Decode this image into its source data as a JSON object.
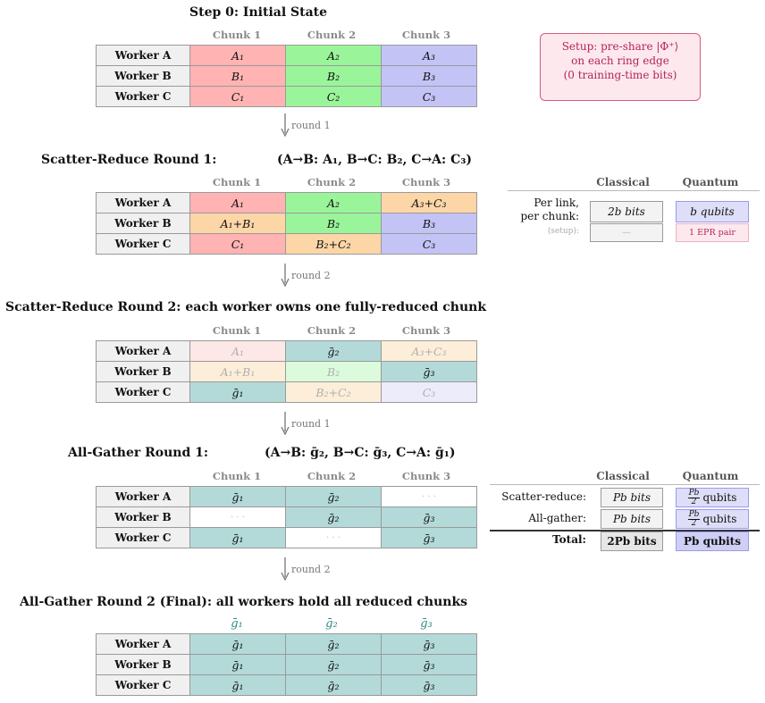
{
  "step0": {
    "title": "Step 0: Initial State",
    "columns": [
      "Chunk 1",
      "Chunk 2",
      "Chunk 3"
    ],
    "rows": [
      {
        "label": "Worker A",
        "cells": [
          "A₁",
          "A₂",
          "A₃"
        ]
      },
      {
        "label": "Worker B",
        "cells": [
          "B₁",
          "B₂",
          "B₃"
        ]
      },
      {
        "label": "Worker C",
        "cells": [
          "C₁",
          "C₂",
          "C₃"
        ]
      }
    ]
  },
  "setup_note": {
    "line1": "Setup: pre-share |Φ⁺⟩",
    "line2": "on each ring edge",
    "line3": "(0 training-time bits)"
  },
  "arrow1": "round 1",
  "sr1": {
    "title": "Scatter-Reduce Round 1:",
    "detail": "(A→B: A₁,  B→C: B₂,  C→A: C₃)",
    "columns": [
      "Chunk 1",
      "Chunk 2",
      "Chunk 3"
    ],
    "rows": [
      {
        "label": "Worker A",
        "cells": [
          "A₁",
          "A₂",
          "A₃+C₃"
        ]
      },
      {
        "label": "Worker B",
        "cells": [
          "A₁+B₁",
          "B₂",
          "B₃"
        ]
      },
      {
        "label": "Worker C",
        "cells": [
          "C₁",
          "B₂+C₂",
          "C₃"
        ]
      }
    ]
  },
  "cost1": {
    "col_classical": "Classical",
    "col_quantum": "Quantum",
    "label1a": "Per link,",
    "label1b": "per chunk:",
    "label2": "(setup):",
    "classical1": "2b bits",
    "quantum1": "b qubits",
    "classical2": "—",
    "quantum2": "1 EPR pair"
  },
  "arrow2": "round 2",
  "sr2": {
    "title": "Scatter-Reduce Round 2: each worker owns one fully-reduced chunk",
    "columns": [
      "Chunk 1",
      "Chunk 2",
      "Chunk 3"
    ],
    "rows": [
      {
        "label": "Worker A",
        "cells": [
          "A₁",
          "ḡ₂",
          "A₃+C₃"
        ]
      },
      {
        "label": "Worker B",
        "cells": [
          "A₁+B₁",
          "B₂",
          "ḡ₃"
        ]
      },
      {
        "label": "Worker C",
        "cells": [
          "ḡ₁",
          "B₂+C₂",
          "C₃"
        ]
      }
    ]
  },
  "arrow3": "round 1",
  "ag1": {
    "title": "All-Gather Round 1:",
    "detail": "(A→B: ḡ₂,  B→C: ḡ₃,  C→A: ḡ₁)",
    "columns": [
      "Chunk 1",
      "Chunk 2",
      "Chunk 3"
    ],
    "rows": [
      {
        "label": "Worker A",
        "cells": [
          "ḡ₁",
          "ḡ₂",
          "· · ·"
        ]
      },
      {
        "label": "Worker B",
        "cells": [
          "· · ·",
          "ḡ₂",
          "ḡ₃"
        ]
      },
      {
        "label": "Worker C",
        "cells": [
          "ḡ₁",
          "· · ·",
          "ḡ₃"
        ]
      }
    ]
  },
  "cost2": {
    "col_classical": "Classical",
    "col_quantum": "Quantum",
    "row1_label": "Scatter-reduce:",
    "row1_classical": "Pb bits",
    "row1_q_num": "Pb",
    "row1_q_den": "2",
    "row1_q_unit": "qubits",
    "row2_label": "All-gather:",
    "row2_classical": "Pb bits",
    "row2_q_num": "Pb",
    "row2_q_den": "2",
    "row2_q_unit": "qubits",
    "total_label": "Total:",
    "total_classical": "2Pb bits",
    "total_quantum": "Pb qubits"
  },
  "arrow4": "round 2",
  "ag2": {
    "title": "All-Gather Round 2 (Final): all workers hold all reduced chunks",
    "columns": [
      "ḡ₁",
      "ḡ₂",
      "ḡ₃"
    ],
    "rows": [
      {
        "label": "Worker A",
        "cells": [
          "ḡ₁",
          "ḡ₂",
          "ḡ₃"
        ]
      },
      {
        "label": "Worker B",
        "cells": [
          "ḡ₁",
          "ḡ₂",
          "ḡ₃"
        ]
      },
      {
        "label": "Worker C",
        "cells": [
          "ḡ₁",
          "ḡ₂",
          "ḡ₃"
        ]
      }
    ]
  },
  "colors": {
    "red": "#ffb3b3",
    "green": "#9af59a",
    "blue": "#c3c3f5",
    "orange": "#fdd6a8",
    "teal": "#b3dad8",
    "pink": "#fde8ee"
  }
}
